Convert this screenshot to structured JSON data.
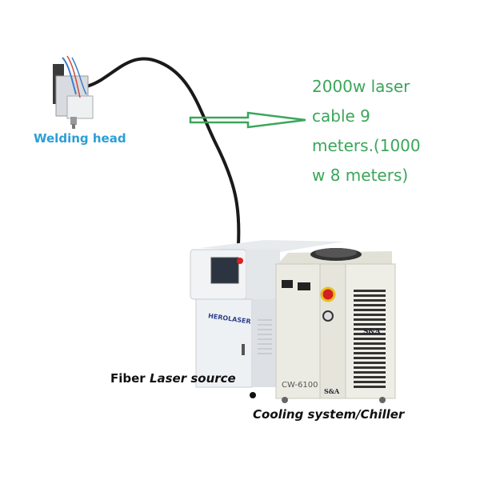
{
  "annotations": {
    "welding_head": "Welding head",
    "cable_spec": {
      "lines": [
        "2000w laser",
        "cable 9",
        "meters.(1000",
        "w 8 meters)"
      ]
    },
    "laser_source": {
      "prefix": "Fiber",
      "suffix": "Laser source"
    },
    "chiller": "Cooling system/Chiller"
  },
  "machine": {
    "laser_brand": "HEROLASER",
    "chiller_model": "CW-6100",
    "chiller_brand": "S&A"
  },
  "colors": {
    "welding_head_label": "#2a9fd6",
    "cable_annotation": "#3aa65a",
    "arrow": "#3aa65a",
    "machine_body": "#eef1f4",
    "chiller_body": "#ecebe3",
    "cable": "#1a1a1a"
  }
}
